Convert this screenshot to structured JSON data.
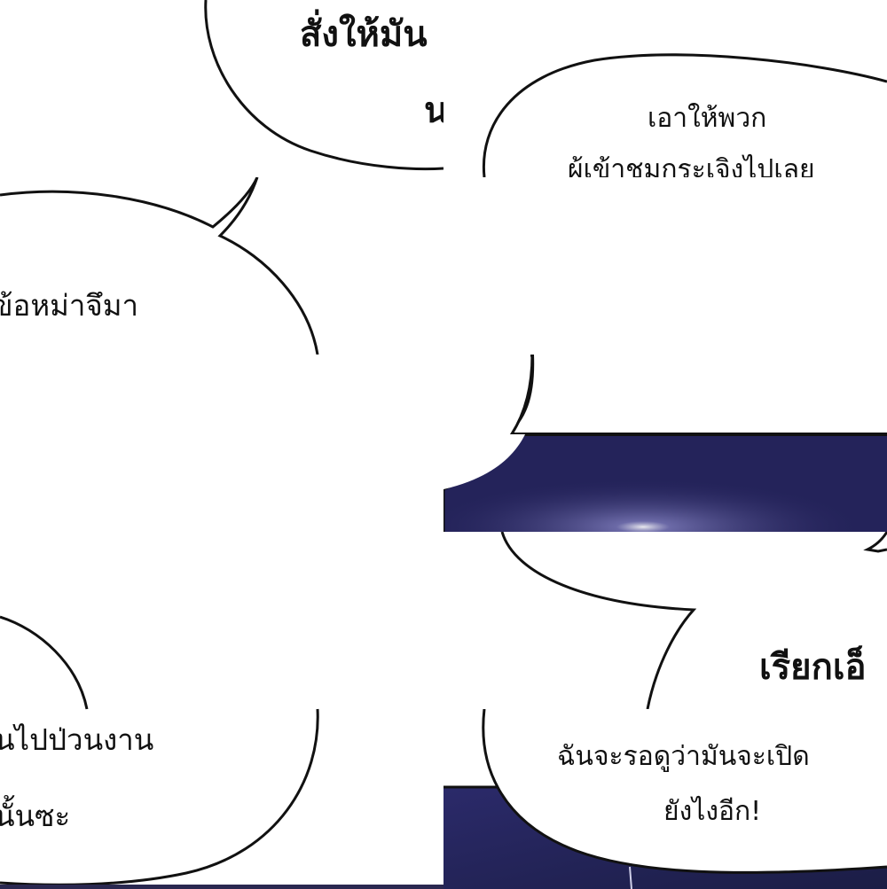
{
  "panels": [
    {
      "id": "top-left",
      "lines": [
        "สั่งให้มัน",
        "น"
      ]
    },
    {
      "id": "top-right",
      "lines": [
        "เอาให้พวก",
        "ผู้เข้าชมกระเจิงไปเลย"
      ]
    },
    {
      "id": "mid-left",
      "lines": [
        "ข้อหม่าจึมา"
      ]
    },
    {
      "id": "bottom-left",
      "lines": [
        "นไปป่วนงาน",
        "นั้นซะ"
      ]
    },
    {
      "id": "mid-right",
      "lines": [
        "เรียกเอ็"
      ]
    },
    {
      "id": "bottom-right",
      "lines": [
        "ฉันจะรอดูว่ามันจะเปิด",
        "ยังไงอีก!"
      ]
    }
  ],
  "colors": {
    "outline": "#111111",
    "background": "#ffffff",
    "night": "#24235a",
    "night_dark": "#151838"
  }
}
